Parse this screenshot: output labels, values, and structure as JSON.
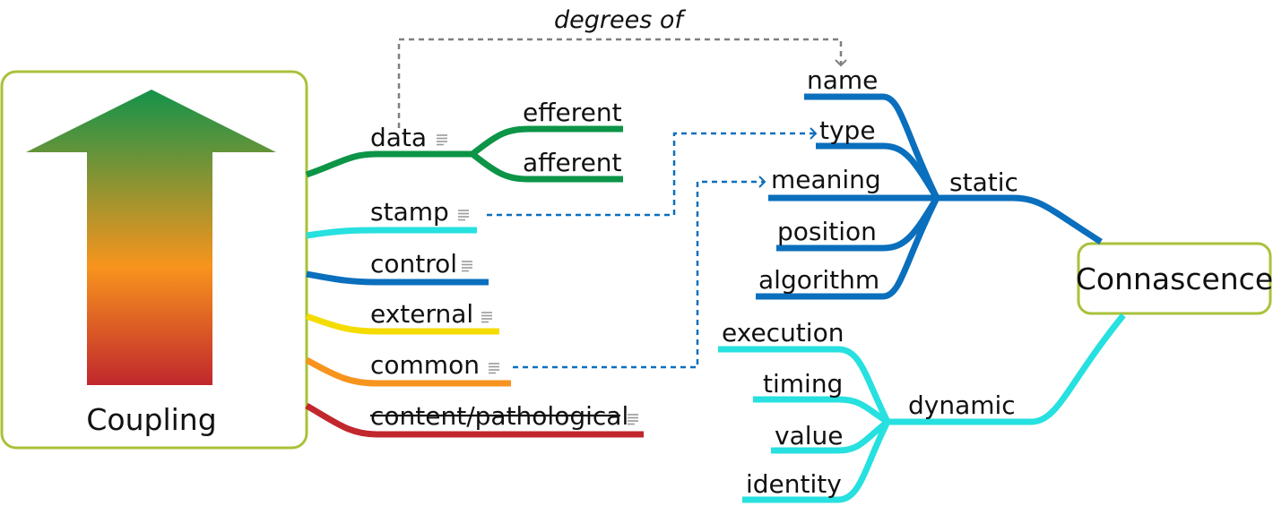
{
  "coupling": {
    "label": "Coupling",
    "gradient": [
      "#14934a",
      "#f7941d",
      "#c1272d"
    ],
    "frame_color": "#a8c23a",
    "types": [
      {
        "label": "data",
        "color": "#0c9447",
        "note": true
      },
      {
        "label": "stamp",
        "color": "#27e0e0",
        "note": true
      },
      {
        "label": "control",
        "color": "#0a6fbd",
        "note": true
      },
      {
        "label": "external",
        "color": "#f5dc00",
        "note": true
      },
      {
        "label": "common",
        "color": "#f7941d",
        "note": true
      },
      {
        "label": "content/pathological",
        "color": "#c1272d",
        "note": true,
        "strikethrough": true
      }
    ],
    "data_children": [
      {
        "label": "efferent"
      },
      {
        "label": "afferent"
      }
    ]
  },
  "connascence": {
    "label": "Connascence",
    "frame_color": "#a8c23a",
    "static": {
      "label": "static",
      "color": "#0a6fbd",
      "items": [
        "name",
        "type",
        "meaning",
        "position",
        "algorithm"
      ]
    },
    "dynamic": {
      "label": "dynamic",
      "color": "#27e0e0",
      "items": [
        "execution",
        "timing",
        "value",
        "identity"
      ]
    }
  },
  "links": {
    "degrees_of": {
      "label": "degrees of",
      "color": "#7f7f7f"
    },
    "stamp_to_type": {
      "color": "#0a6fbd"
    },
    "common_to_meaning": {
      "color": "#0a6fbd"
    }
  }
}
